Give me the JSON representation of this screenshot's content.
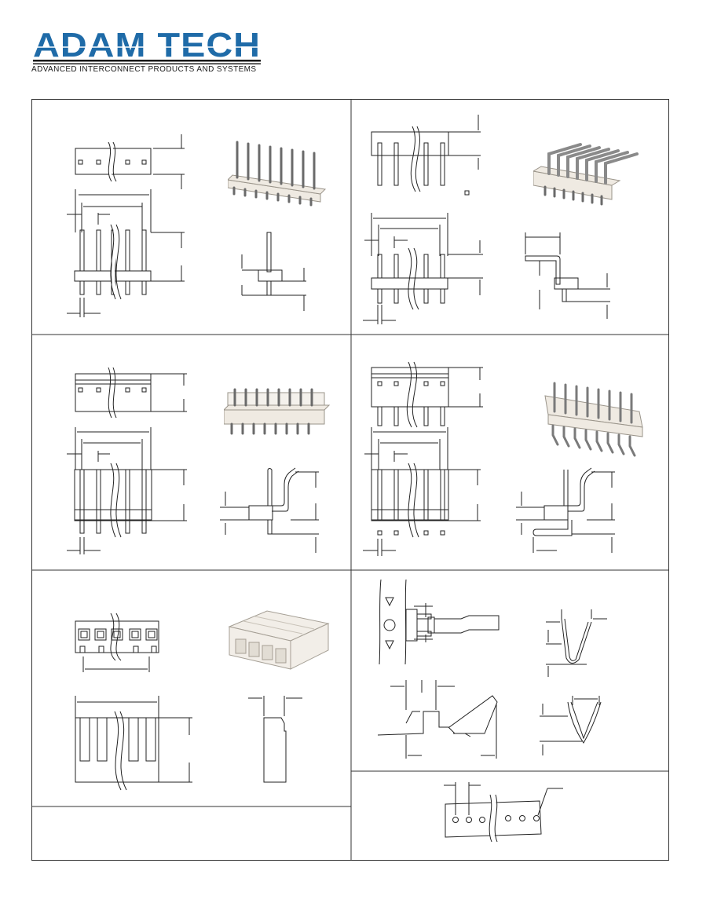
{
  "header": {
    "brand_text": "ADAM TECH",
    "tagline": "ADVANCED INTERCONNECT PRODUCTS AND SYSTEMS",
    "brand_color": "#1f6ba8"
  },
  "panels": [
    {
      "id": "straight-pin-header"
    },
    {
      "id": "right-angle-pin-header"
    },
    {
      "id": "straight-header-with-friction-lock"
    },
    {
      "id": "right-angle-header-with-friction-lock"
    },
    {
      "id": "crimp-housing"
    },
    {
      "id": "crimp-terminal"
    },
    {
      "id": "notes-blank"
    },
    {
      "id": "terminal-reel-strip"
    }
  ]
}
